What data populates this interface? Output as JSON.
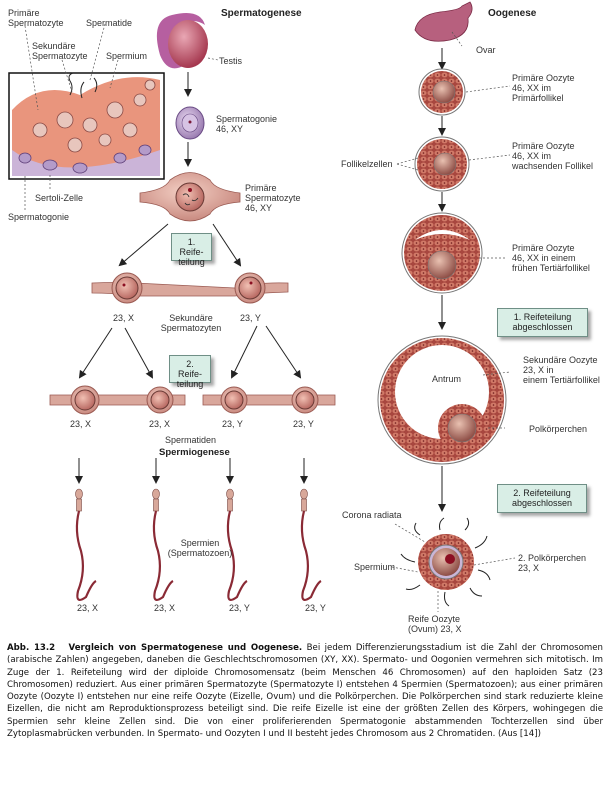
{
  "spermatogenesis": {
    "title": "Spermatogenese",
    "inset_labels": {
      "primary_spermatocyte": [
        "Primäre",
        "Spermatozyte"
      ],
      "spermatid": "Spermatide",
      "secondary_spermatocyte": [
        "Sekundäre",
        "Spermatozyte"
      ],
      "spermium": "Spermium",
      "sertoli": "Sertoli-Zelle",
      "spermatogonium": "Spermatogonie"
    },
    "testis": "Testis",
    "spermatogonium": {
      "name": "Spermatogonie",
      "karyotype": "46, XY"
    },
    "primary_spermatocyte": {
      "line1": "Primäre",
      "line2": "Spermatozyte",
      "karyotype": "46, XY"
    },
    "meiosis1_box": [
      "1. Reife-",
      "teilung"
    ],
    "secondary": {
      "left": "23, X",
      "right": "23, Y",
      "label": [
        "Sekundäre",
        "Spermatozyten"
      ]
    },
    "meiosis2_box": [
      "2. Reife-",
      "teilung"
    ],
    "spermatids": {
      "karyotypes": [
        "23, X",
        "23, X",
        "23, Y",
        "23, Y"
      ],
      "label": "Spermatiden"
    },
    "spermiogenesis": "Spermiogenese",
    "sperm": {
      "label": [
        "Spermien",
        "(Spermatozoen)"
      ],
      "karyotypes": [
        "23, X",
        "23, X",
        "23, Y",
        "23, Y"
      ]
    }
  },
  "oogenesis": {
    "title": "Oogenese",
    "ovary": "Ovar",
    "primary_follicle": [
      "Primäre Oozyte",
      "46, XX im",
      "Primärfollikel"
    ],
    "follicle_cells": "Follikelzellen",
    "growing_follicle": [
      "Primäre Oozyte",
      "46, XX im",
      "wachsenden Follikel"
    ],
    "early_tertiary": [
      "Primäre Oozyte",
      "46, XX in einem",
      "frühen Tertiärfollikel"
    ],
    "meiosis1_done": [
      "1. Reifeteilung",
      "abgeschlossen"
    ],
    "antrum": "Antrum",
    "secondary_oocyte": [
      "Sekundäre Oozyte",
      "23, X in",
      "einem Tertiärfollikel"
    ],
    "polar_body": "Polkörperchen",
    "meiosis2_done": [
      "2. Reifeteilung",
      "abgeschlossen"
    ],
    "corona": "Corona radiata",
    "spermium": "Spermium",
    "polar_body2": [
      "2. Polkörperchen",
      "23, X"
    ],
    "ovum": [
      "Reife Oozyte",
      "(Ovum) 23, X"
    ]
  },
  "caption": {
    "figure_no": "Abb. 13.2",
    "heading": "Vergleich von Spermatogenese und Oogenese.",
    "text": "Bei jedem Differenzierungsstadium ist die Zahl der Chromosomen (arabische Zahlen) angegeben, daneben die Geschlechtschromosomen (XY, XX). Spermato- und Oogonien vermehren sich mitotisch. Im Zuge der 1. Reifeteilung wird der diploide Chromosomensatz (beim Menschen 46 Chromosomen) auf den haploiden Satz (23 Chromosomen) reduziert. Aus einer primären Spermatozyte (Spermatozyte I) entstehen 4 Spermien (Spermatozoen); aus einer primären Oozyte (Oozyte I) entstehen nur eine reife Oozyte (Eizelle, Ovum) und die Polkörperchen. Die Polkörperchen sind stark reduzierte kleine Eizellen, die nicht am Reproduktionsprozess beteiligt sind. Die reife Eizelle ist eine der größten Zellen des Körpers, wohingegen die Spermien sehr kleine Zellen sind. Die von einer proliferierenden Spermatogonie abstammenden Tochterzellen sind über Zytoplasmabrücken verbunden. In Spermato- und Oozyten I und II besteht jedes Chromosom aus 2 Chromatiden. (Aus [14])"
  }
}
